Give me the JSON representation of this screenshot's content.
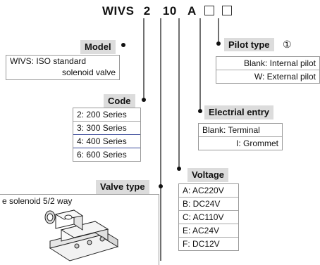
{
  "code": {
    "prefix": "WIVS",
    "series": "2",
    "size": "10",
    "voltage": "A"
  },
  "model": {
    "label": "Model",
    "lines": [
      "WIVS: ISO standard",
      "solenoid valve"
    ]
  },
  "pilot": {
    "label": "Pilot type",
    "note": "①",
    "options": [
      "Blank: Internal pilot",
      "W: External pilot"
    ]
  },
  "codeSection": {
    "label": "Code",
    "options": [
      "2: 200 Series",
      "3: 300 Series",
      "4: 400 Series",
      "6: 600 Series"
    ]
  },
  "electrical": {
    "label": "Electrial entry",
    "options": [
      "Blank: Terminal",
      "I: Grommet"
    ]
  },
  "voltage": {
    "label": "Voltage",
    "options": [
      "A: AC220V",
      "B: DC24V",
      "C: AC110V",
      "E: AC24V",
      "F: DC12V"
    ]
  },
  "valveType": {
    "label": "Valve type",
    "description": "e solenoid 5/2 way"
  },
  "icons": {
    "valve": "solenoid-valve-illustration"
  }
}
